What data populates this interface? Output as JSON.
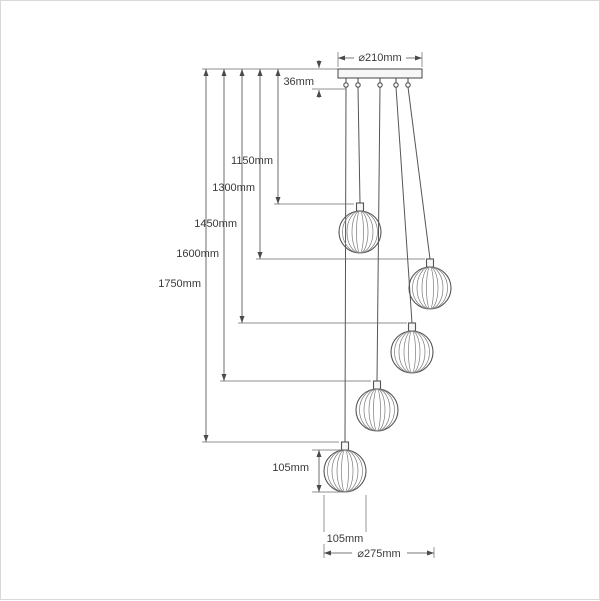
{
  "diagram": {
    "dimensions": {
      "canopy_diameter": "⌀210mm",
      "canopy_height": "36mm",
      "drop_shortest": "1150mm",
      "drop_2": "1300mm",
      "drop_3": "1450mm",
      "drop_4": "1600mm",
      "drop_longest": "1750mm",
      "shade_height": "105mm",
      "shade_width": "105mm",
      "overall_diameter": "⌀275mm"
    }
  }
}
